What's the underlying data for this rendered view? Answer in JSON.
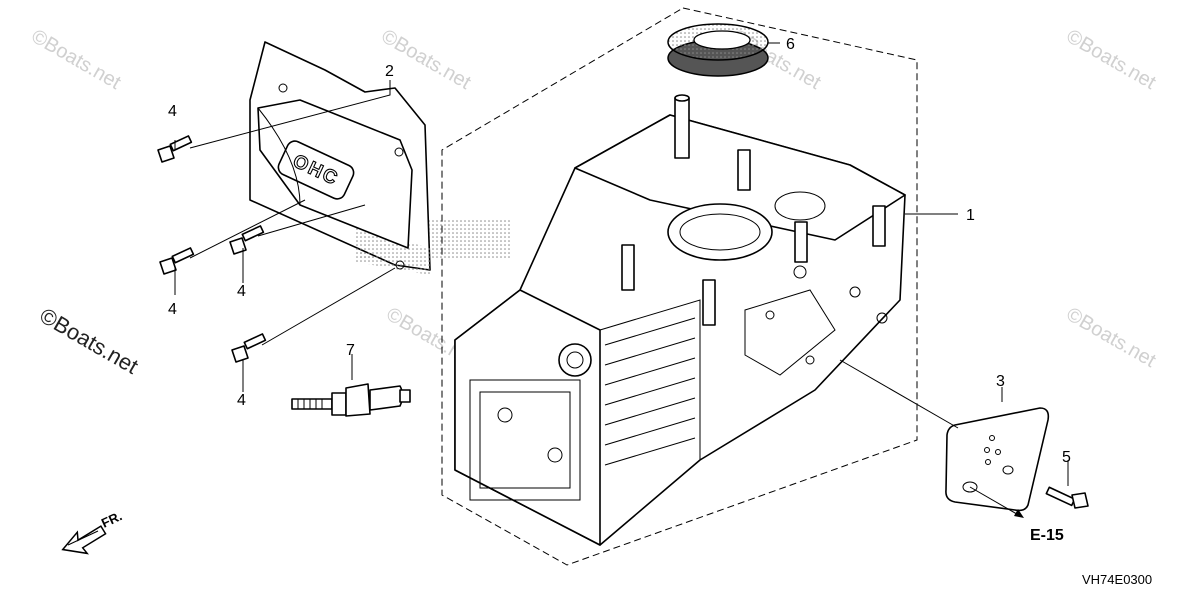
{
  "watermark": "©Boats.net",
  "callouts": [
    "1",
    "2",
    "3",
    "4",
    "4",
    "4",
    "4",
    "5",
    "6",
    "7"
  ],
  "reference_label": "E-15",
  "front_label": "FR.",
  "diagram_code": "VH74E0300",
  "cover_emboss": "OHC"
}
